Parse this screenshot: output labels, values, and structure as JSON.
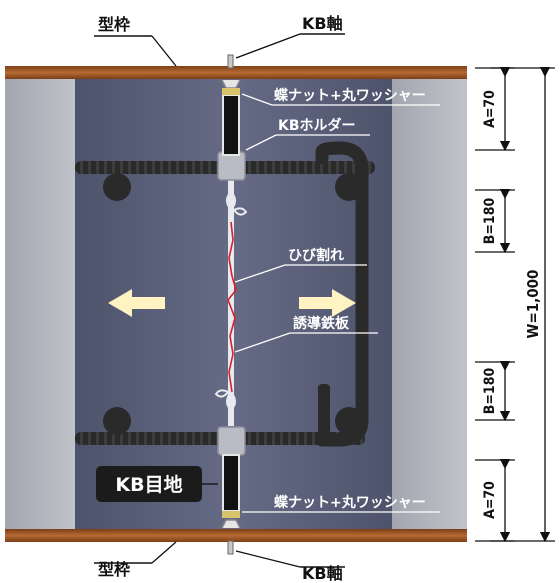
{
  "labels": {
    "formwork_top": "型枠",
    "kb_axis_top": "KB軸",
    "wingnut_top": "蝶ナット+丸ワッシャー",
    "kb_holder": "KBホルダー",
    "crack": "ひび割れ",
    "induction_plate": "誘導鉄板",
    "kb_joint": "KB目地",
    "wingnut_bottom": "蝶ナット+丸ワッシャー",
    "formwork_bottom": "型枠",
    "kb_axis_bottom": "KB軸"
  },
  "dimensions": {
    "a_top": "A=70",
    "b_top": "B=180",
    "b_bottom": "B=180",
    "a_bottom": "A=70",
    "width": "W=1,000"
  },
  "colors": {
    "formwork": "#a05a2a",
    "concrete": "#5a5f78",
    "side_panel": "#b0b3ba",
    "rebar": "#2b2b2b",
    "crack": "#d81f26",
    "arrow": "#fff3c4",
    "label_box": "#1b1b1b"
  },
  "icons": {
    "arrow_left": "arrow-left-icon",
    "arrow_right": "arrow-right-icon"
  }
}
